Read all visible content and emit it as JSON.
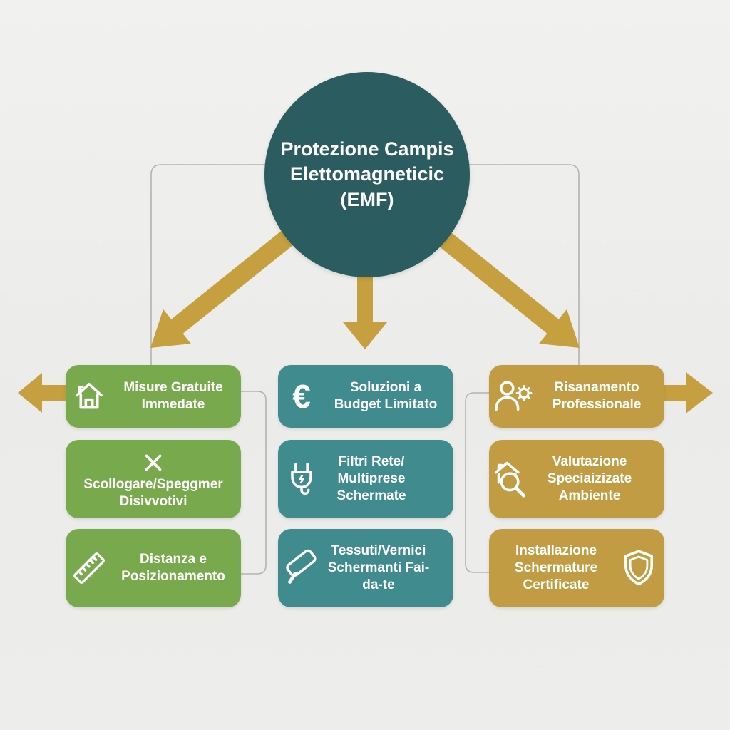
{
  "title": "Protezione Campis Elettomagneticic (EMF)",
  "icons": {
    "euro": "€"
  },
  "colors": {
    "background": "#ebebe9",
    "root_circle": "#2b5c5f",
    "arrow_gold": "#c6a03e",
    "connector_gray": "#b3b3b0",
    "column_green": "#78aa4d",
    "column_teal": "#3f8b8d",
    "column_gold": "#c19c42",
    "text": "#ffffff"
  },
  "columns": [
    {
      "theme": "green",
      "boxes": [
        {
          "icon": "home-icon",
          "label": "Misure Gratuite Immedate"
        },
        {
          "icon": "x-icon",
          "label": "Scollogare/Speggmer Disivvotivi"
        },
        {
          "icon": "ruler-icon",
          "label": "Distanza e Posizionamento"
        }
      ]
    },
    {
      "theme": "teal",
      "boxes": [
        {
          "icon": "euro-icon",
          "label": "Soluzioni a Budget Limitato"
        },
        {
          "icon": "plug-icon",
          "label": "Filtri Rete/ Multiprese Schermate"
        },
        {
          "icon": "paint-roller-icon",
          "label": "Tessuti/Vernici Schermanti Fai-da-te"
        }
      ]
    },
    {
      "theme": "gold",
      "boxes": [
        {
          "icon": "person-gear-icon",
          "label": "Risanamento Professionale"
        },
        {
          "icon": "house-search-icon",
          "label": "Valutazione Speciaizizate Ambiente"
        },
        {
          "icon": "shield-icon",
          "label": "Installazione Schermature Certificate"
        }
      ]
    }
  ]
}
